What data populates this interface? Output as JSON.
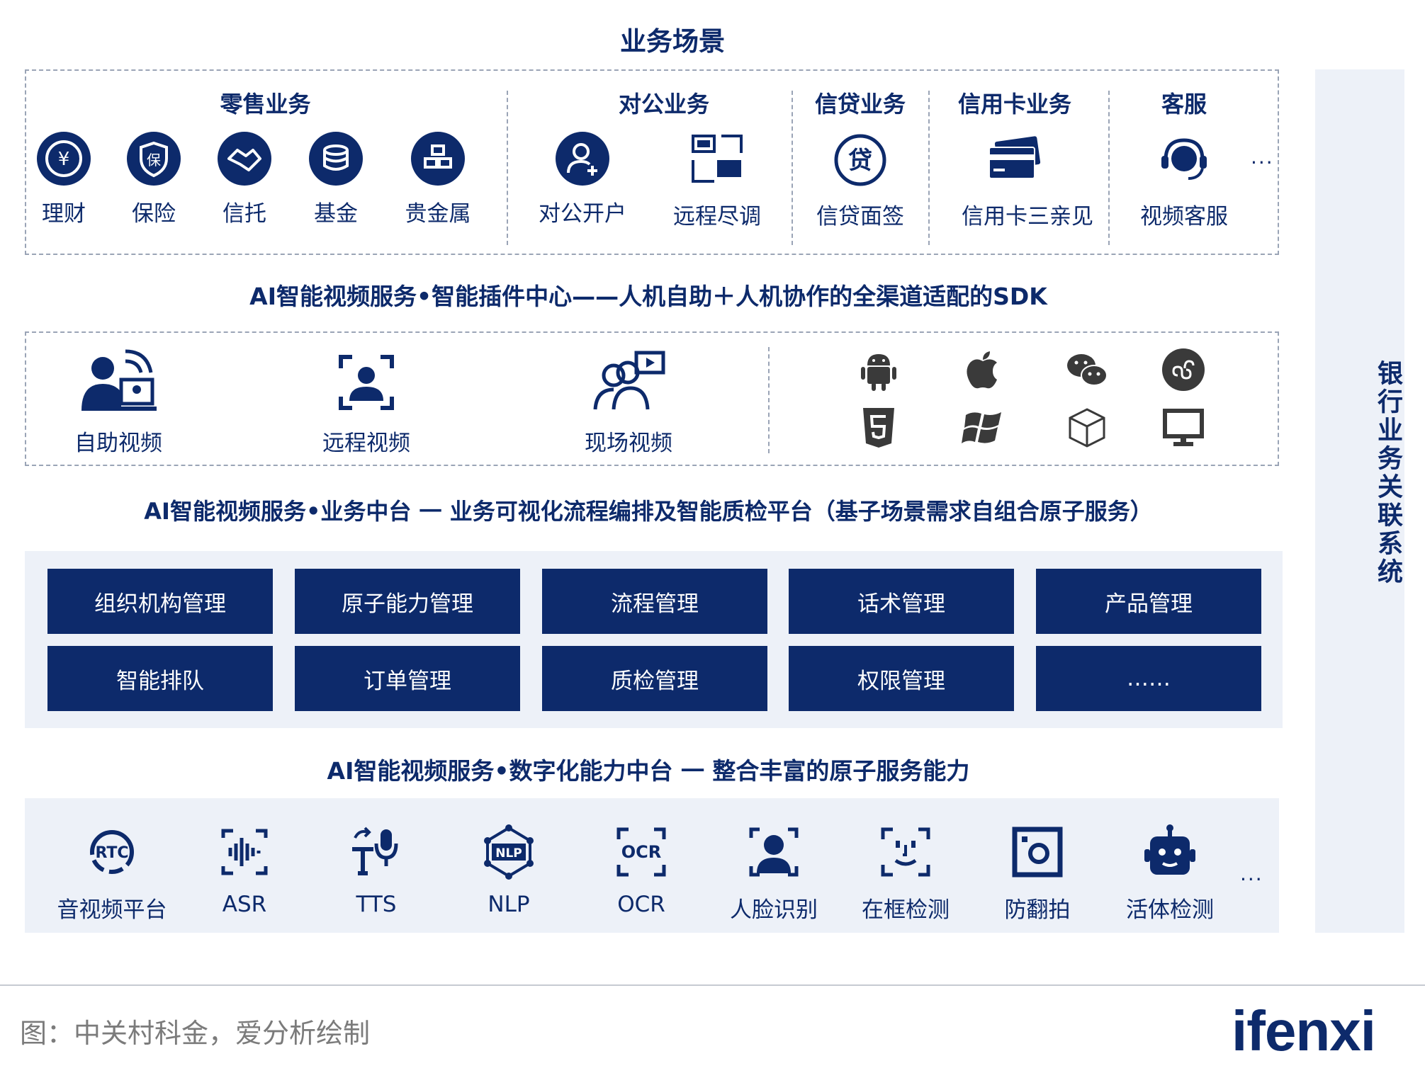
{
  "title": "业务场景",
  "scenarios": {
    "retail": {
      "title": "零售业务",
      "items": [
        "理财",
        "保险",
        "信托",
        "基金",
        "贵金属"
      ]
    },
    "corporate": {
      "title": "对公业务",
      "items": [
        "对公开户",
        "远程尽调"
      ]
    },
    "credit": {
      "title": "信贷业务",
      "items": [
        "信贷面签"
      ]
    },
    "card": {
      "title": "信用卡业务",
      "items": [
        "信用卡三亲见"
      ]
    },
    "service": {
      "title": "客服",
      "items": [
        "视频客服"
      ]
    },
    "more": "..."
  },
  "sdk": {
    "heading": "AI智能视频服务•智能插件中心——人机自助＋人机协作的全渠道适配的SDK",
    "items": [
      "自助视频",
      "远程视频",
      "现场视频"
    ],
    "platforms": [
      "android-icon",
      "apple-icon",
      "wechat-icon",
      "mini-program-icon",
      "html5-icon",
      "windows-icon",
      "cube-icon",
      "desktop-icon"
    ]
  },
  "middle": {
    "heading": "AI智能视频服务•业务中台 一 业务可视化流程编排及智能质检平台（基子场景需求自组合原子服务）",
    "buttons": [
      "组织机构管理",
      "原子能力管理",
      "流程管理",
      "话术管理",
      "产品管理",
      "智能排队",
      "订单管理",
      "质检管理",
      "权限管理",
      "……"
    ]
  },
  "digital": {
    "heading": "AI智能视频服务•数字化能力中台 一 整合丰富的原子服务能力",
    "items": [
      "音视频平台",
      "ASR",
      "TTS",
      "NLP",
      "OCR",
      "人脸识别",
      "在框检测",
      "防翻拍",
      "活体检测"
    ],
    "more": "...",
    "icon_text": {
      "rtc": "RTC",
      "nlp": "NLP",
      "ocr": "OCR"
    }
  },
  "side": {
    "label": "银行业务关联系统"
  },
  "caption": "图：中关村科金，爱分析绘制",
  "logo": "ifenxi",
  "colors": {
    "navy": "#0d2a6b",
    "panel": "#edf1f8",
    "dash": "#9aa4b6"
  }
}
